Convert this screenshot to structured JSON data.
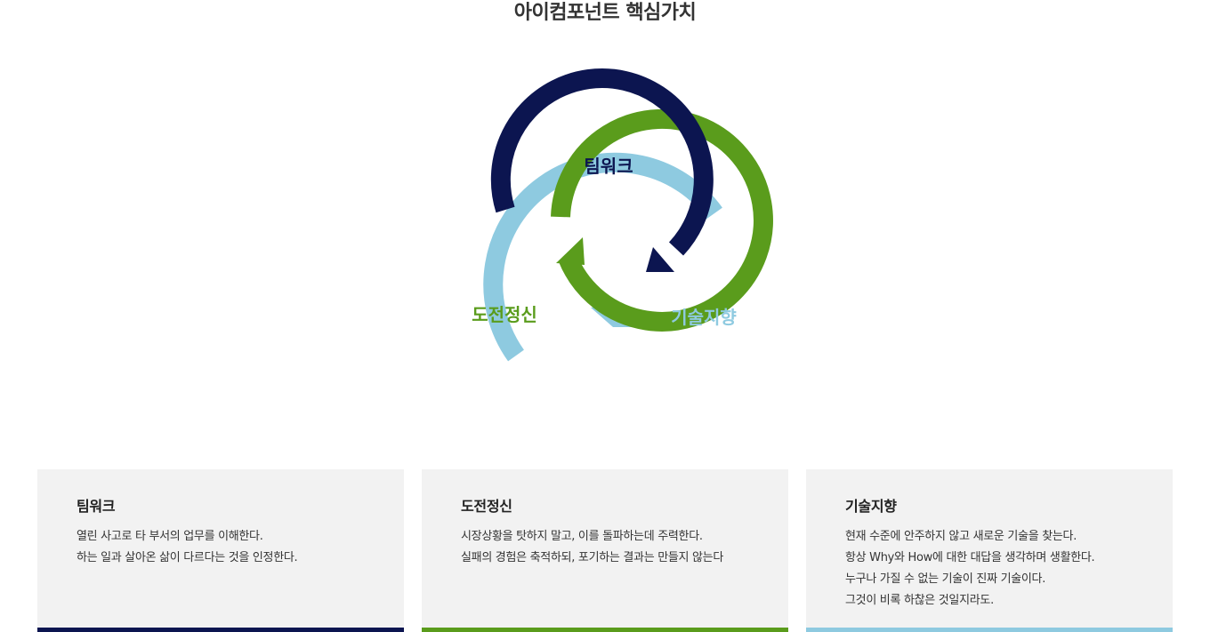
{
  "page": {
    "title": "아이컴포넌트 핵심가치"
  },
  "diagram": {
    "labels": {
      "teamwork": "팀워크",
      "challenge": "도전정신",
      "tech": "기술지향"
    }
  },
  "colors": {
    "teamwork": "#0c1550",
    "challenge": "#5a9c1c",
    "tech": "#8ecae0",
    "card_bg": "#f2f2f2"
  },
  "cards": [
    {
      "title": "팀워크",
      "lines": [
        "열린 사고로 타 부서의 업무를 이해한다.",
        "하는 일과 살아온 삶이 다르다는 것을 인정한다."
      ]
    },
    {
      "title": "도전정신",
      "lines": [
        "시장상황을 탓하지 말고, 이를 돌파하는데 주력한다.",
        "실패의 경험은 축적하되, 포기하는 결과는 만들지 않는다"
      ]
    },
    {
      "title": "기술지향",
      "lines": [
        "현재 수준에 안주하지 않고 새로운 기술을 찾는다.",
        "항상 Why와 How에 대한 대답을 생각하며 생활한다.",
        "누구나 가질 수 없는 기술이 진짜 기술이다.",
        "그것이 비록 하찮은 것일지라도."
      ]
    }
  ]
}
